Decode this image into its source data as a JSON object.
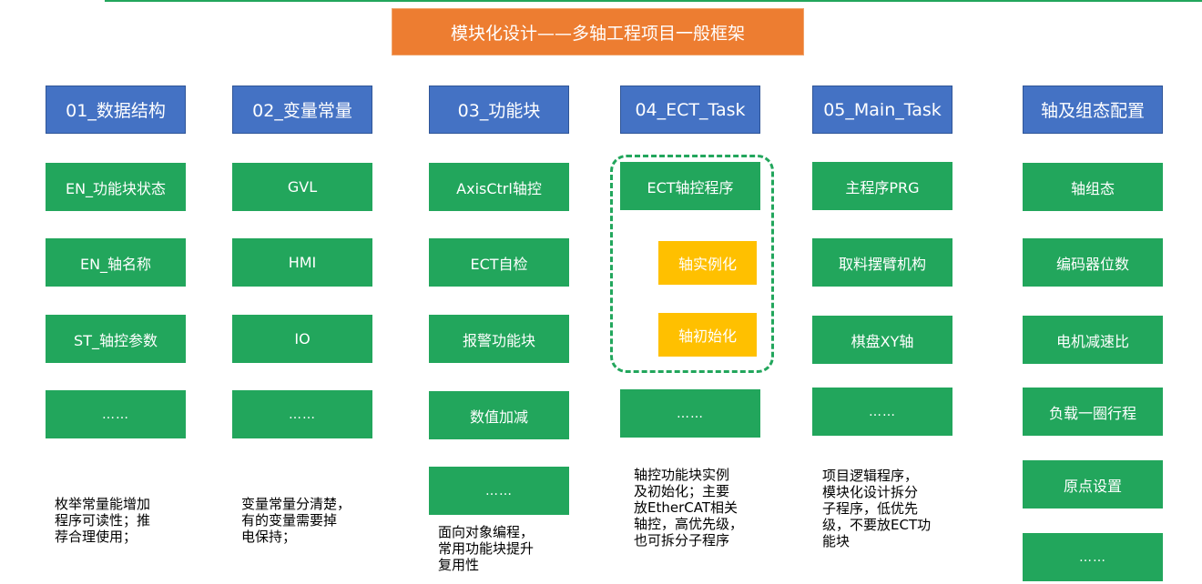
{
  "title": "模块化设计——多轴工程项目一般框架",
  "columns": [
    {
      "header": "01_数据结构",
      "items": [
        "EN_功能块状态",
        "EN_轴名称",
        "ST_轴控参数",
        "……"
      ],
      "note": "枚举常量能增加\n程序可读性；推\n荐合理使用；"
    },
    {
      "header": "02_变量常量",
      "items": [
        "GVL",
        "HMI",
        "IO",
        "……"
      ],
      "note": "变量常量分清楚，\n有的变量需要掉\n电保持；"
    },
    {
      "header": "03_功能块",
      "items": [
        "AxisCtrl轴控",
        "ECT自检",
        "报警功能块",
        "数值加减",
        "……"
      ],
      "note": "面向对象编程，\n常用功能块提升\n复用性"
    },
    {
      "header": "04_ECT_Task",
      "items": [
        "ECT轴控程序",
        "……"
      ],
      "sub_items": [
        "轴实例化",
        "轴初始化"
      ],
      "note": "轴控功能块实例\n及初始化；主要\n放EtherCAT相关\n轴控，高优先级，\n也可拆分子程序"
    },
    {
      "header": "05_Main_Task",
      "items": [
        "主程序PRG",
        "取料摆臂机构",
        "棋盘XY轴",
        "……"
      ],
      "note": "项目逻辑程序，\n模块化设计拆分\n子程序，低优先\n级，不要放ECT功\n能块"
    },
    {
      "header": "轴及组态配置",
      "items": [
        "轴组态",
        "编码器位数",
        "电机减速比",
        "负载一圈行程",
        "原点设置",
        "……"
      ]
    }
  ],
  "colors": {
    "header_blue": "#4472c4",
    "box_green": "#22a65c",
    "title_orange": "#ed7d31",
    "sub_yellow": "#ffc000"
  }
}
